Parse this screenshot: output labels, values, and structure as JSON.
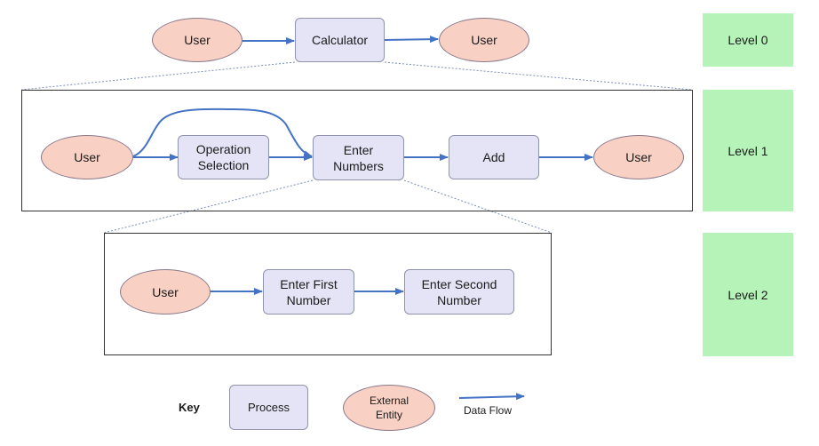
{
  "level0": {
    "user_in": "User",
    "calculator": "Calculator",
    "user_out": "User"
  },
  "level1": {
    "user_in": "User",
    "operation_selection": "Operation\nSelection",
    "enter_numbers": "Enter\nNumbers",
    "add": "Add",
    "user_out": "User"
  },
  "level2": {
    "user": "User",
    "enter_first": "Enter First\nNumber",
    "enter_second": "Enter Second\nNumber"
  },
  "levels": [
    "Level 0",
    "Level 1",
    "Level 2"
  ],
  "key": {
    "title": "Key",
    "process": "Process",
    "entity": "External\nEntity",
    "flow": "Data Flow"
  },
  "colors": {
    "entity_fill": "#f8d0c4",
    "process_fill": "#e4e4f6",
    "level_fill": "#b5f3b8",
    "arrow": "#4472c4"
  }
}
